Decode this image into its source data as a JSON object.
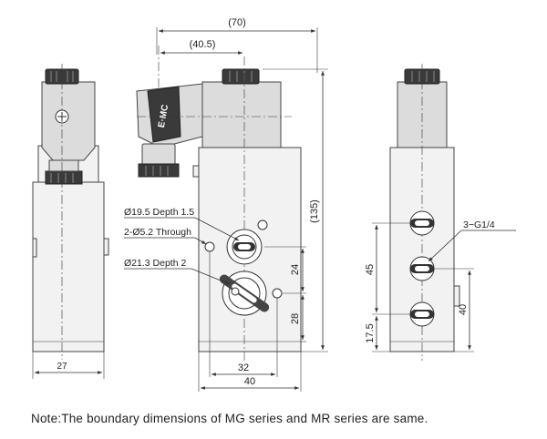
{
  "brand_label": "E·MC",
  "dimensions": {
    "overall_width": "(70)",
    "coil_offset": "(40.5)",
    "overall_height": "(135)",
    "side_width": "27",
    "port_spacing_upper": "24",
    "port_spacing_lower": "28",
    "base_width_inner": "32",
    "base_width_outer": "40",
    "right_height_45": "45",
    "right_height_17_5": "17.5",
    "right_height_40": "40"
  },
  "callouts": {
    "bore_19_5": "Ø19.5 Depth 1.5",
    "through_5_2": "2-Ø5.2 Through",
    "bore_21_3": "Ø21.3 Depth 2",
    "ports": "3−G1/4"
  },
  "note": "Note:The boundary dimensions of MG series and MR series are same."
}
